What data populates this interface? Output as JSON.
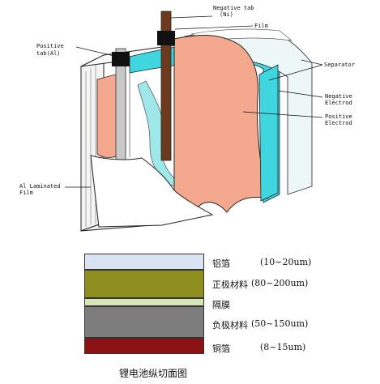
{
  "diagram_labels": {
    "negative_tab": "Negative tab",
    "negative_tab_material": "(Ni)",
    "film": "Film",
    "positive_tab": "Positive",
    "positive_tab_material": "tab(Al)",
    "separator": "Separator",
    "negative_electrode": "Negative",
    "negative_electrode_2": "Electrod",
    "positive_electrode": "Positive",
    "positive_electrode_2": "Electrod",
    "al_laminated": "Al Laminated",
    "al_laminated_2": "Film"
  },
  "layers": [
    {
      "name": "铝箔",
      "thickness": "(10~20um)",
      "color": "#d9e3f2"
    },
    {
      "name": "正极材料",
      "thickness": "(80~200um)",
      "color": "#8e8f1e"
    },
    {
      "name": "隔膜",
      "thickness": "",
      "color": "#d6e6b8"
    },
    {
      "name": "负极材料",
      "thickness": "(50~150um)",
      "color": "#7d7d7d"
    },
    {
      "name": "铜箔",
      "thickness": "(8~15um)",
      "color": "#8b1212"
    }
  ],
  "caption": "锂电池纵切面图",
  "colors": {
    "positive_electrode": "#f4a98f",
    "negative_electrode": "#3fd6e0",
    "separator": "#e8f3f4",
    "tab_al": "#c8c8c8",
    "tab_ni": "#6b3a1f",
    "sealant": "#111111"
  }
}
